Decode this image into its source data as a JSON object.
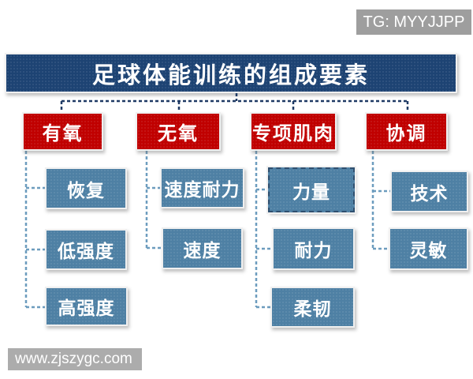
{
  "watermark_top": {
    "label": "TG: MYYJJPP",
    "bg": "#9e9e9e"
  },
  "watermark_bottom": {
    "label": "www.zjszygc.com",
    "bg": "#acacac"
  },
  "diagram": {
    "title": "足球体能训练的组成要素",
    "colors": {
      "title_bg": "#1d4373",
      "branch_bg": "#c00000",
      "child_bg": "#4e80a4",
      "connector_dark": "#1f3a64",
      "connector_light": "#6c9cbe",
      "text": "#ffffff"
    },
    "branches": [
      {
        "label": "有氧",
        "children": [
          "恢复",
          "低强度",
          "高强度"
        ]
      },
      {
        "label": "无氧",
        "children": [
          "速度耐力",
          "速度"
        ]
      },
      {
        "label": "专项肌肉",
        "children": [
          "力量",
          "耐力",
          "柔韧"
        ]
      },
      {
        "label": "协调",
        "children": [
          "技术",
          "灵敏"
        ]
      }
    ],
    "selected_node": "力量"
  }
}
